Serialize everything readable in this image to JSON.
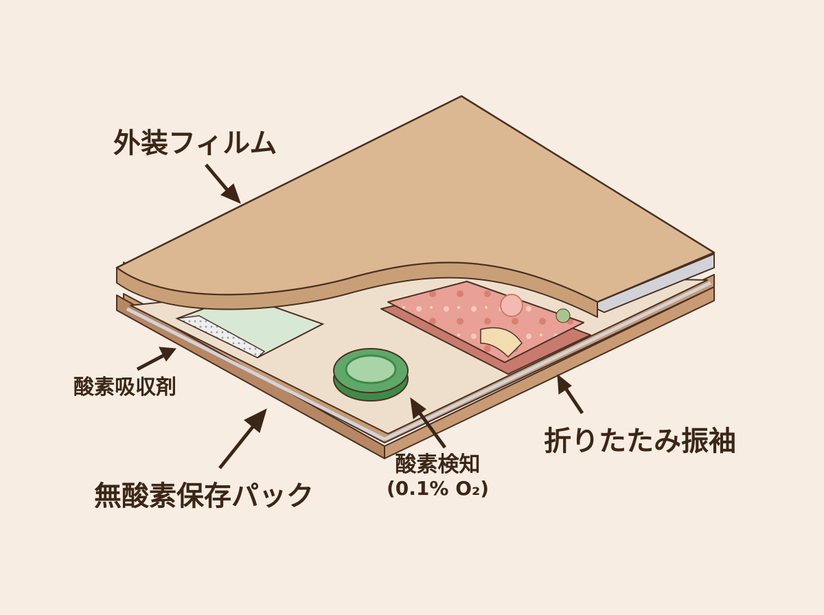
{
  "labels": {
    "outer_film": "外装フィルム",
    "oxygen_absorber": "酸素吸収剤",
    "oxygen_free_pack": "無酸素保存パック",
    "oxygen_detector": "酸素検知",
    "oxygen_level": "(0.1% O₂)",
    "folded_kimono": "折りたたみ振袖"
  },
  "colors": {
    "background": "#f8ede3",
    "film": "#dbb891",
    "tray": "#eedfcc",
    "silver_liner": "#d2d3d9",
    "indicator_green": "#5fa86a",
    "kimono_pink": "#e9a096",
    "outline": "#4a3022"
  }
}
